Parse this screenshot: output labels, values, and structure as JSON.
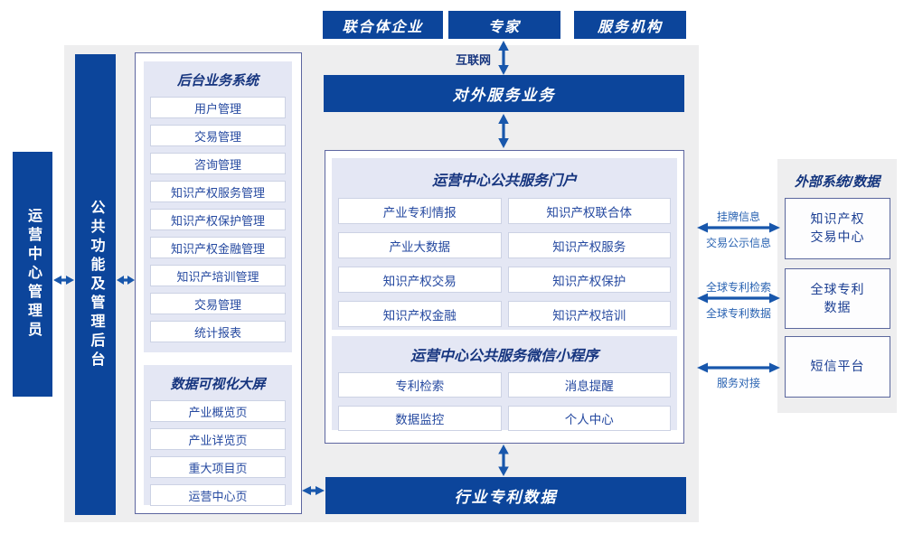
{
  "top_row": {
    "boxes": [
      "联合体企业",
      "专家",
      "服务机构"
    ]
  },
  "internet_label": "互联网",
  "bars": {
    "external_service": "对外服务业务",
    "industry_patent": "行业专利数据"
  },
  "left_bars": {
    "admin": "运营中心管理员",
    "backend": "公共功能及管理后台"
  },
  "backend_system": {
    "title": "后台业务系统",
    "items": [
      "用户管理",
      "交易管理",
      "咨询管理",
      "知识产权服务管理",
      "知识产权保护管理",
      "知识产权金融管理",
      "知识产培训管理",
      "交易管理",
      "统计报表"
    ]
  },
  "data_screen": {
    "title": "数据可视化大屏",
    "items": [
      "产业概览页",
      "产业详览页",
      "重大项目页",
      "运营中心页"
    ]
  },
  "portal": {
    "title": "运营中心公共服务门户",
    "items": [
      "产业专利情报",
      "知识产权联合体",
      "产业大数据",
      "知识产权服务",
      "知识产权交易",
      "知识产权保护",
      "知识产权金融",
      "知识产权培训"
    ]
  },
  "miniprogram": {
    "title": "运营中心公共服务微信小程序",
    "items": [
      "专利检索",
      "消息提醒",
      "数据监控",
      "个人中心"
    ]
  },
  "external": {
    "title": "外部系统/数据",
    "systems": [
      {
        "line1": "知识产权",
        "line2": "交易中心"
      },
      {
        "line1": "全球专利",
        "line2": "数据"
      },
      {
        "line1": "短信平台",
        "line2": ""
      }
    ]
  },
  "links": [
    {
      "above": "挂牌信息",
      "below": "交易公示信息"
    },
    {
      "above": "全球专利检索",
      "below": "全球专利数据"
    },
    {
      "above": "",
      "below": "服务对接"
    }
  ],
  "colors": {
    "primary_blue": "#0c459b",
    "arrow_blue": "#1857ac",
    "panel_gray": "#eeeeef",
    "lavender": "#e4e7f4",
    "navy_text": "#1c3f93",
    "border_indigo": "#5d66a0"
  }
}
